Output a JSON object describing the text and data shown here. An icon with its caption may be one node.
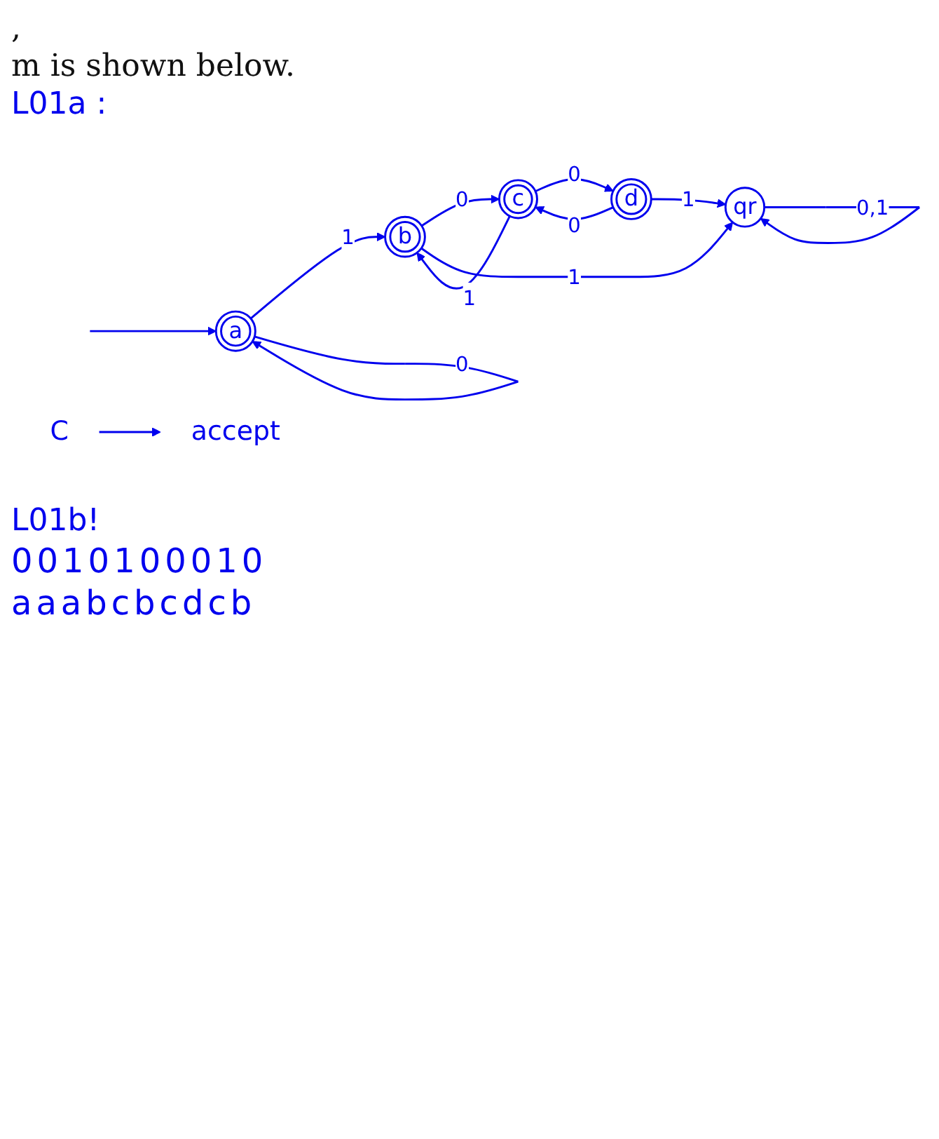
{
  "diagram": {
    "nodes": [
      {
        "text": [
          "a"
        ]
      },
      {
        "text": [
          "b"
        ]
      },
      {
        "text": [
          "c"
        ]
      },
      {
        "text": [
          "d"
        ]
      },
      {
        "text": [
          "qr"
        ]
      },
      {
        "text": [
          "C"
        ]
      },
      {
        "text": [
          "accept"
        ]
      }
    ],
    "edges": [
      {
        "from": null,
        "to": 0,
        "arrow": "to"
      },
      {
        "from": 0,
        "to": 1,
        "arrow": "to",
        "label": "1"
      },
      {
        "from": 0,
        "to": 0,
        "arrow": "to",
        "label": "0"
      },
      {
        "from": 1,
        "to": 2,
        "arrow": "to",
        "label": "0"
      },
      {
        "from": 2,
        "to": 1,
        "arrow": "to",
        "label": "1"
      },
      {
        "from": 2,
        "to": 3,
        "arrow": "to",
        "label": "0"
      },
      {
        "from": 3,
        "to": 2,
        "arrow": "to",
        "label": "0"
      },
      {
        "from": 1,
        "to": 4,
        "arrow": "to",
        "label": "1"
      },
      {
        "from": 3,
        "to": 4,
        "arrow": "to",
        "label": "1"
      },
      {
        "from": 4,
        "to": 4,
        "arrow": "to",
        "label": "0,1"
      },
      {
        "from": 5,
        "to": 6,
        "arrow": "to"
      }
    ],
    "labels": [
      ",",
      "m is shown below.",
      "L01a :",
      "L01b!",
      "0010100010",
      "aaabcbcdcb"
    ]
  }
}
